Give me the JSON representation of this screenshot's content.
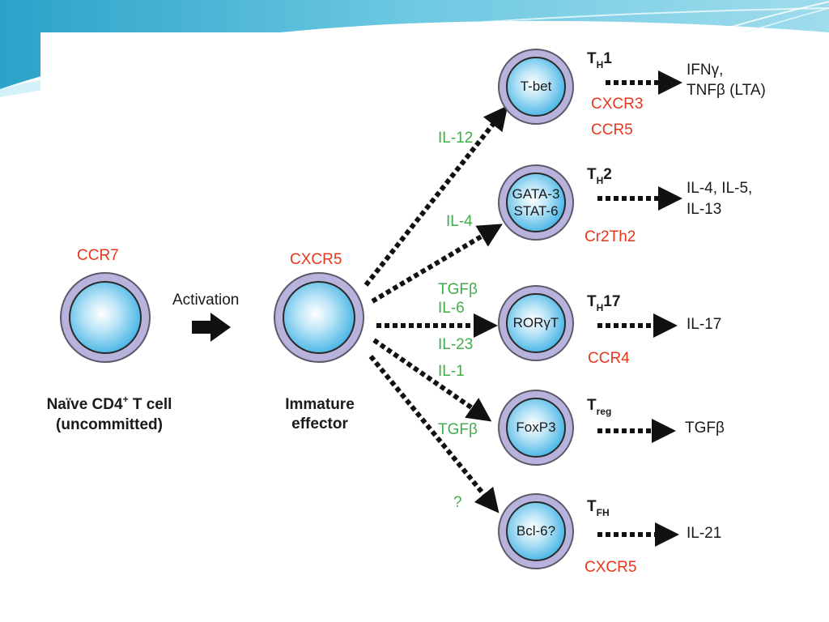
{
  "naive": {
    "marker": "CCR7",
    "caption_line1_pre": "Naïve CD4",
    "caption_line1_sup": "+",
    "caption_line1_post": " T cell",
    "caption_line2": "(uncommitted)"
  },
  "activation_label": "Activation",
  "immature": {
    "marker": "CXCR5",
    "caption_line1": "Immature",
    "caption_line2": "effector"
  },
  "cytokine_inputs": {
    "th1": "IL-12",
    "th2": "IL-4",
    "th17_a": "TGFβ",
    "th17_b": "IL-6",
    "th17_c": "IL-23",
    "th17_d": "IL-1",
    "treg": "TGFβ",
    "tfh": "?"
  },
  "subsets": [
    {
      "name_main": "T",
      "name_sub": "H",
      "name_suffix": "1",
      "tf_line1": "T-bet",
      "tf_line2": "",
      "markers": [
        "CXCR3",
        "CCR5"
      ],
      "outputs": [
        "IFNγ,",
        "TNFβ (LTA)"
      ]
    },
    {
      "name_main": "T",
      "name_sub": "H",
      "name_suffix": "2",
      "tf_line1": "GATA-3",
      "tf_line2": "STAT-6",
      "markers": [
        "Cr2Th2"
      ],
      "outputs": [
        "IL-4, IL-5,",
        "IL-13"
      ]
    },
    {
      "name_main": "T",
      "name_sub": "H",
      "name_suffix": "17",
      "tf_line1": "RORγT",
      "tf_line2": "",
      "markers": [
        "CCR4"
      ],
      "outputs": [
        "IL-17"
      ]
    },
    {
      "name_main": "T",
      "name_sub": "reg",
      "name_suffix": "",
      "tf_line1": "FoxP3",
      "tf_line2": "",
      "markers": [],
      "outputs": [
        "TGFβ"
      ]
    },
    {
      "name_main": "T",
      "name_sub": "FH",
      "name_suffix": "",
      "tf_line1": "Bcl-6?",
      "tf_line2": "",
      "markers": [
        "CXCR5"
      ],
      "outputs": [
        "IL-21"
      ]
    }
  ],
  "colors": {
    "marker_red": "#e8361a",
    "cytokine_green": "#3fae49",
    "cell_outer": "#b7b3dd",
    "cell_inner": "#8fd0f0",
    "slide_banner": "#4fb6d6"
  }
}
